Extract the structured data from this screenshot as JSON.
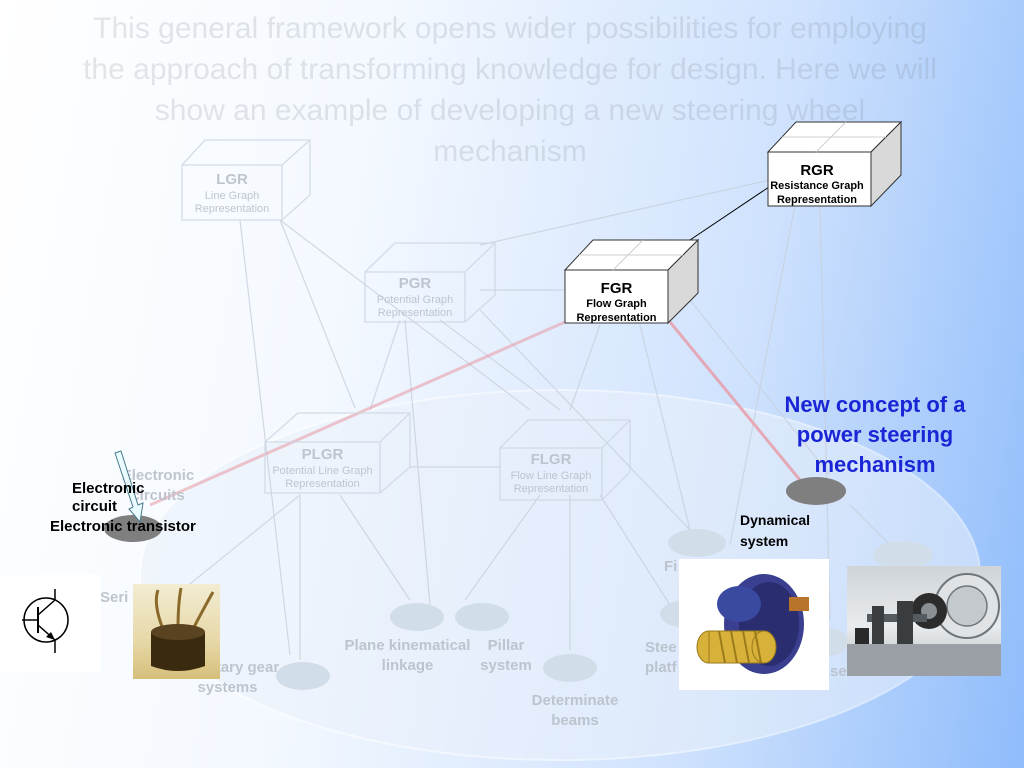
{
  "title": "This general framework opens wider possibilities for employing the approach of transforming knowledge for design. Here we will show an example of developing a new steering wheel mechanism",
  "boxes": {
    "lgr": {
      "title": "LGR",
      "line1": "Line  Graph",
      "line2": "Representation"
    },
    "pgr": {
      "title": "PGR",
      "line1": "Potential  Graph",
      "line2": "Representation"
    },
    "plgr": {
      "title": "PLGR",
      "line1": "Potential Line Graph",
      "line2": "Representation"
    },
    "flgr": {
      "title": "FLGR",
      "line1": "Flow Line Graph",
      "line2": "Representation"
    },
    "fgr": {
      "title": "FGR",
      "line1": "Flow Graph",
      "line2": "Representation"
    },
    "rgr": {
      "title": "RGR",
      "line1": "Resistance Graph",
      "line2": "Representation"
    }
  },
  "faint_labels": {
    "electronic_circuits": "Electronic circuits",
    "series": "Seri",
    "planetary": "Planetary gear systems",
    "plane_kinematical": "Plane kinematical linkage",
    "pillar": "Pillar system",
    "determinate": "Determinate beams",
    "steering": "Stee platf",
    "fi": "Fi",
    "se": "se"
  },
  "labels": {
    "electronic_circuit": "Electronic circuit",
    "electronic_transistor": "Electronic transistor",
    "dynamical_system": "Dynamical system",
    "new_concept": "New concept of a power steering mechanism"
  },
  "colors": {
    "accent_blue": "#1a25d6",
    "red_link": "#e89aa6",
    "faint": "#b8c0ca"
  }
}
